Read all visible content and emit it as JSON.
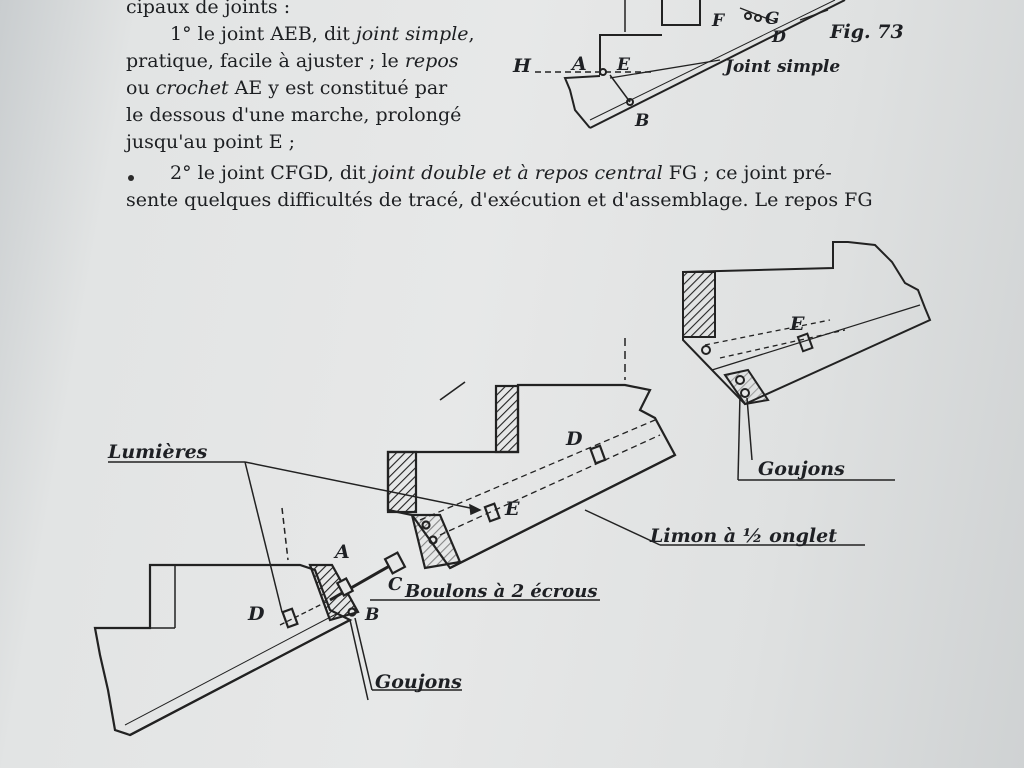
{
  "text": {
    "line0": "cipaux de joints :",
    "p1_num": "1° le joint ",
    "p1_aeb": "AEB",
    "p1_dit": ", dit ",
    "p1_joint": "joint simple",
    "p1_comma": ",",
    "p1_line2a": "pratique, facile à ajuster ; le ",
    "p1_repos": "repos",
    "p1_line3a": "ou ",
    "p1_crochet": "crochet",
    "p1_line3b": " AE y est constitué par",
    "p1_line4": "le dessous d'une marche, prolongé",
    "p1_line5": "jusqu'au point E ;",
    "p2_start": "2° le joint CFGD, dit ",
    "p2_italic": "joint double et à repos central",
    "p2_rest": " FG ; ce joint pré-",
    "p2_line2": "sente quelques difficultés de tracé, d'exécution et d'assemblage. Le repos FG"
  },
  "figure_top": {
    "label_h": "H",
    "label_a": "A",
    "label_e": "E",
    "label_b": "B",
    "label_f": "F",
    "label_g": "G",
    "label_d": "D",
    "fig_label": "Fig. 73",
    "joint_simple": "Joint simple"
  },
  "figure_main": {
    "lumieres": "Lumières",
    "label_a": "A",
    "label_b": "B",
    "label_c": "C",
    "label_d_left": "D",
    "label_d_mid": "D",
    "label_e_mid": "E",
    "label_e_right": "E",
    "boulons": "Boulons à 2 écrous",
    "goujons_bottom": "Goujons",
    "goujons_right": "Goujons",
    "limon": "Limon à ½ onglet"
  }
}
